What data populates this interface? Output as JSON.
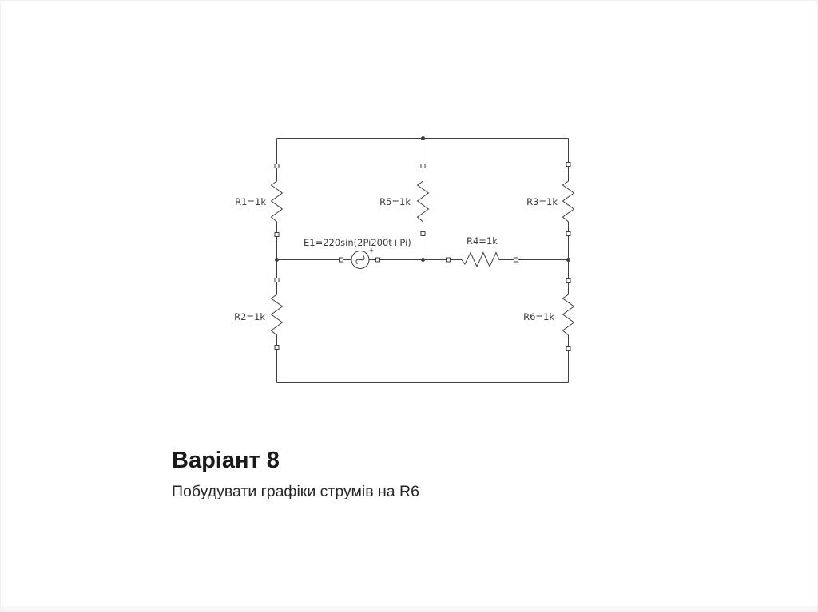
{
  "slide": {
    "title": "Варіант 8",
    "subtitle": "Побудувати графіки струмів на R6"
  },
  "circuit": {
    "source_label": "E1=220sin(2Pi200t+Pi)",
    "source_polarity_mark": "+",
    "resistors": {
      "r1": "R1=1k",
      "r2": "R2=1k",
      "r3": "R3=1k",
      "r4": "R4=1k",
      "r5": "R5=1k",
      "r6": "R6=1k"
    },
    "colors": {
      "wire": "#3f3f3f",
      "component_label": "#3b3b3b"
    }
  }
}
